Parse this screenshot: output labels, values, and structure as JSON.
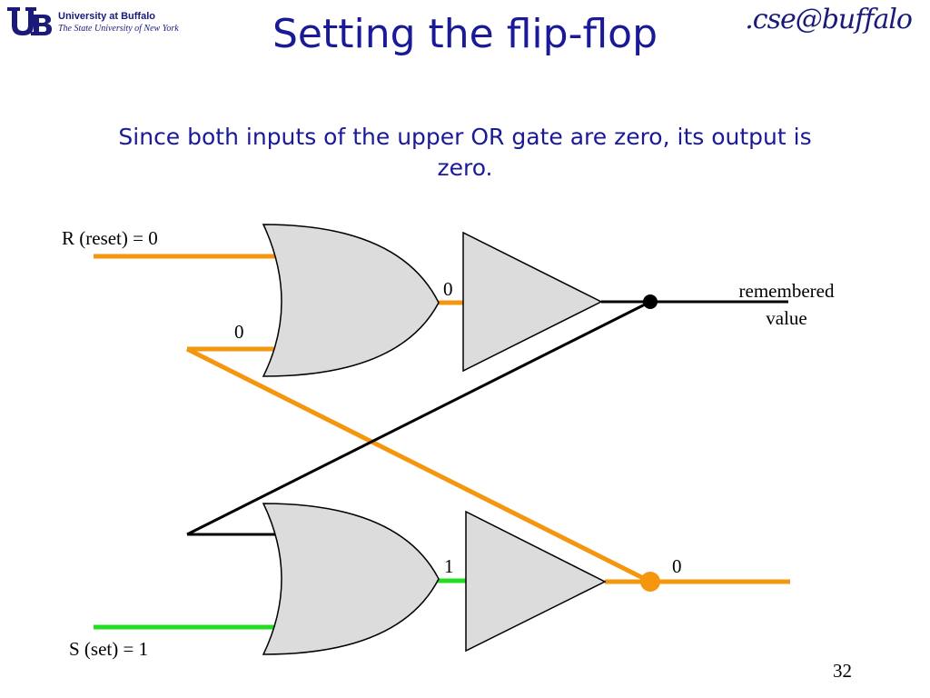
{
  "header": {
    "logo_line1": "University at Buffalo",
    "logo_line2": "The State University of New York",
    "cse_logo": ".cse@buffalo"
  },
  "slide": {
    "title": "Setting the flip-flop",
    "subtitle": "Since both inputs of the upper OR gate are zero, its output is zero.",
    "page_number": "32"
  },
  "diagram": {
    "labels": {
      "r_input": "R (reset) = 0",
      "s_input": "S (set) = 1",
      "upper_feedback_in": "0",
      "upper_or_out": "0",
      "lower_or_out": "1",
      "lower_out": "0",
      "remembered_line1": "remembered",
      "remembered_line2": "value"
    },
    "colors": {
      "zero_signal": "#f5960f",
      "one_signal": "#22dd22",
      "unknown_signal": "#000000",
      "gate_fill": "#dcdcdc",
      "text_blue": "#1a1a99"
    }
  }
}
